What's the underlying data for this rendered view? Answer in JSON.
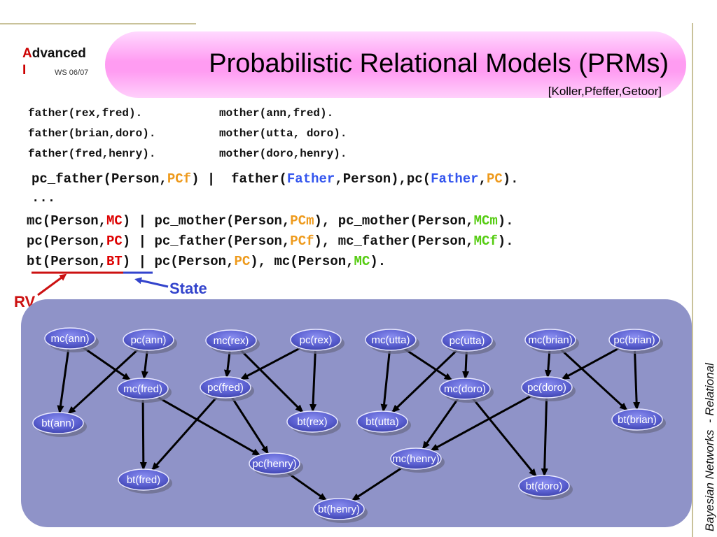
{
  "header": {
    "logo_a": "A",
    "logo_rest": "dvanced",
    "logo_i": "I",
    "term": "WS 06/07",
    "title": "Probabilistic Relational Models (PRMs)",
    "citation": "[Koller,Pfeffer,Getoor]"
  },
  "facts": {
    "father": [
      "father(rex,fred).",
      "father(brian,doro).",
      "father(fred,henry)."
    ],
    "mother": [
      "mother(ann,fred).",
      "mother(utta, doro).",
      "mother(doro,henry)."
    ]
  },
  "rules": {
    "r1": [
      "pc_father(Person,",
      "PCf",
      ") |  father(",
      "Father",
      ",Person),pc(",
      "Father",
      ",",
      "PC",
      ")."
    ],
    "dots": "...",
    "r2": [
      "mc(Person,",
      "MC",
      ") | pc_mother(Person,",
      "PCm",
      "), pc_mother(Person,",
      "MCm",
      ")."
    ],
    "r3": [
      "pc(Person,",
      "PC",
      ") | pc_father(Person,",
      "PCf",
      "), mc_father(Person,",
      "MCf",
      ")."
    ],
    "r4": [
      "bt(Person,",
      "BT",
      ") | pc(Person,",
      "PC",
      "), mc(Person,",
      "MC",
      ")."
    ]
  },
  "annotations": {
    "state": "State",
    "rv": "RV"
  },
  "sidebar_text": "Bayesian Networks  - Relational",
  "colors": {
    "title_pill": "#ff9cf2",
    "graph_bg": "#8f93c8",
    "node_fill": "#5a5fd0",
    "rv_red": "#cc1111",
    "state_blue": "#3344cc"
  },
  "graph": {
    "nodes": [
      {
        "id": "mc_ann",
        "label": "mc(ann)"
      },
      {
        "id": "pc_ann",
        "label": "pc(ann)"
      },
      {
        "id": "mc_rex",
        "label": "mc(rex)"
      },
      {
        "id": "pc_rex",
        "label": "pc(rex)"
      },
      {
        "id": "mc_utta",
        "label": "mc(utta)"
      },
      {
        "id": "pc_utta",
        "label": "pc(utta)"
      },
      {
        "id": "mc_brian",
        "label": "mc(brian)"
      },
      {
        "id": "pc_brian",
        "label": "pc(brian)"
      },
      {
        "id": "mc_fred",
        "label": "mc(fred)"
      },
      {
        "id": "pc_fred",
        "label": "pc(fred)"
      },
      {
        "id": "mc_doro",
        "label": "mc(doro)"
      },
      {
        "id": "pc_doro",
        "label": "pc(doro)"
      },
      {
        "id": "bt_ann",
        "label": "bt(ann)"
      },
      {
        "id": "bt_rex",
        "label": "bt(rex)"
      },
      {
        "id": "bt_utta",
        "label": "bt(utta)"
      },
      {
        "id": "bt_brian",
        "label": "bt(brian)"
      },
      {
        "id": "bt_fred",
        "label": "bt(fred)"
      },
      {
        "id": "pc_henry",
        "label": "pc(henry)"
      },
      {
        "id": "mc_henry",
        "label": "mc(henry)"
      },
      {
        "id": "bt_doro",
        "label": "bt(doro)"
      },
      {
        "id": "bt_henry",
        "label": "bt(henry)"
      }
    ],
    "edges": [
      [
        "mc_ann",
        "bt_ann"
      ],
      [
        "mc_ann",
        "mc_fred"
      ],
      [
        "pc_ann",
        "mc_fred"
      ],
      [
        "pc_ann",
        "bt_ann"
      ],
      [
        "mc_rex",
        "pc_fred"
      ],
      [
        "mc_rex",
        "bt_rex"
      ],
      [
        "pc_rex",
        "pc_fred"
      ],
      [
        "pc_rex",
        "bt_rex"
      ],
      [
        "mc_utta",
        "bt_utta"
      ],
      [
        "mc_utta",
        "mc_doro"
      ],
      [
        "pc_utta",
        "bt_utta"
      ],
      [
        "pc_utta",
        "mc_doro"
      ],
      [
        "mc_brian",
        "pc_doro"
      ],
      [
        "mc_brian",
        "bt_brian"
      ],
      [
        "pc_brian",
        "pc_doro"
      ],
      [
        "pc_brian",
        "bt_brian"
      ],
      [
        "mc_fred",
        "bt_fred"
      ],
      [
        "mc_fred",
        "pc_henry"
      ],
      [
        "pc_fred",
        "bt_fred"
      ],
      [
        "pc_fred",
        "pc_henry"
      ],
      [
        "mc_doro",
        "mc_henry"
      ],
      [
        "mc_doro",
        "bt_doro"
      ],
      [
        "pc_doro",
        "mc_henry"
      ],
      [
        "pc_doro",
        "bt_doro"
      ],
      [
        "pc_henry",
        "bt_henry"
      ],
      [
        "mc_henry",
        "bt_henry"
      ]
    ]
  }
}
